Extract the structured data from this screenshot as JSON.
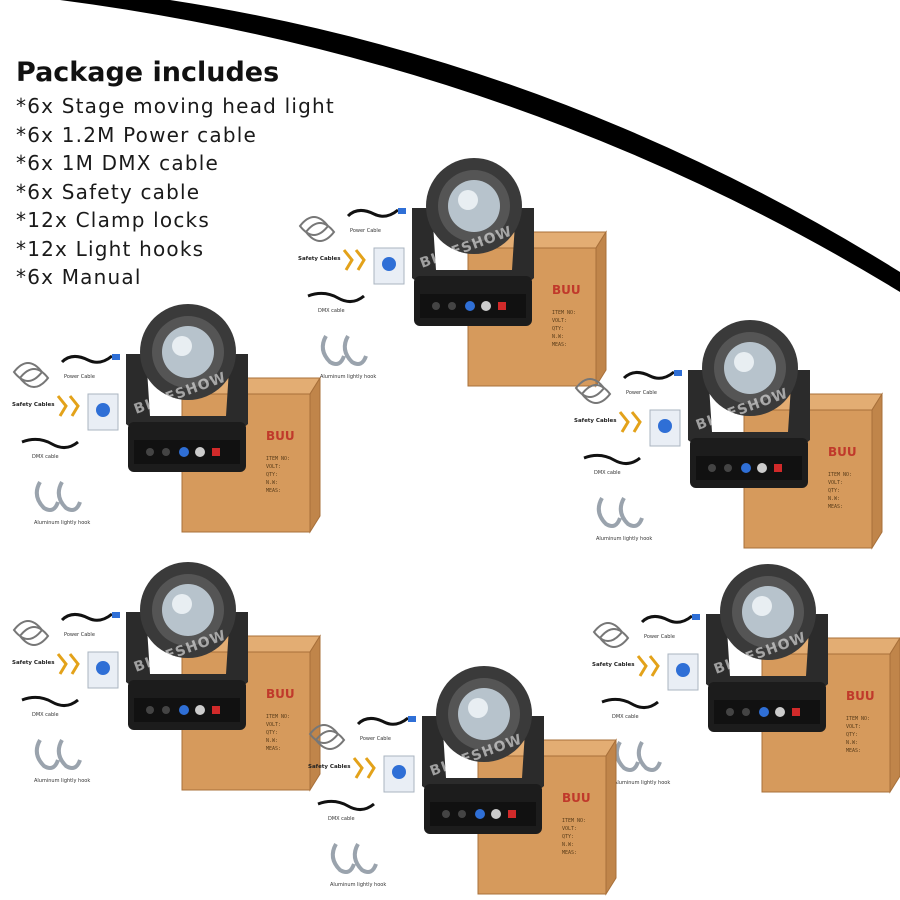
{
  "header": {
    "title": "Package includes",
    "items": [
      "*6x Stage moving head light",
      "*6x 1.2M Power cable",
      "*6x 1M DMX cable",
      "*6x Safety cable",
      "*12x Clamp locks",
      "*12x Light hooks",
      "*6x Manual"
    ]
  },
  "product_set": {
    "safety_cables_label": "Safety Cables",
    "power_cable_label": "Power Cable",
    "dmx_cable_label": "DMX cable",
    "hook_label": "Aluminum lightly hook",
    "box_mark": "BUU",
    "watermark": "BLUESHOW",
    "box_lines": [
      "ITEM NO:",
      "VOLT:",
      "QTY:",
      "N.W:",
      "MEAS:"
    ]
  },
  "colors": {
    "swoosh": "#000000",
    "box": "#d69a5c",
    "light_body": "#2b2b2b",
    "box_mark": "#c0392b"
  }
}
